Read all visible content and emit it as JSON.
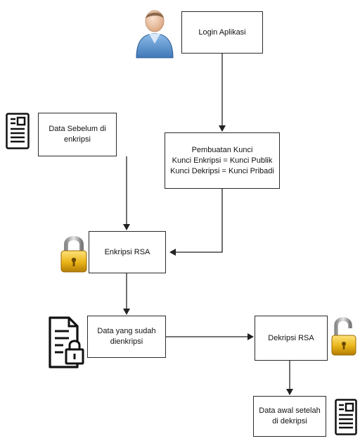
{
  "nodes": {
    "login": {
      "label": "Login Aplikasi"
    },
    "data_sebelum": {
      "line1": "Data Sebelum di",
      "line2": "enkripsi"
    },
    "pembuatan_kunci": {
      "line1": "Pembuatan Kunci",
      "line2": "Kunci Enkripsi = Kunci Publik",
      "line3": "Kunci Dekripsi = Kunci Pribadi"
    },
    "enkripsi_rsa": {
      "label": "Enkripsi RSA"
    },
    "data_terenkripsi": {
      "line1": "Data yang sudah",
      "line2": "dienkripsi"
    },
    "dekripsi_rsa": {
      "label": "Dekripsi RSA"
    },
    "data_awal": {
      "line1": "Data awal setelah",
      "line2": "di dekripsi"
    }
  },
  "icons": {
    "user": "user-icon",
    "document_input": "document-icon",
    "lock_closed": "lock-closed-icon",
    "document_locked": "document-lock-icon",
    "lock_open": "lock-open-icon",
    "document_output": "document-icon"
  },
  "colors": {
    "border": "#2b2b2b",
    "arrow": "#222222",
    "user_body": "#6fa3d8",
    "user_head": "#f0c7a3",
    "lock_gold": "#e9b418"
  }
}
